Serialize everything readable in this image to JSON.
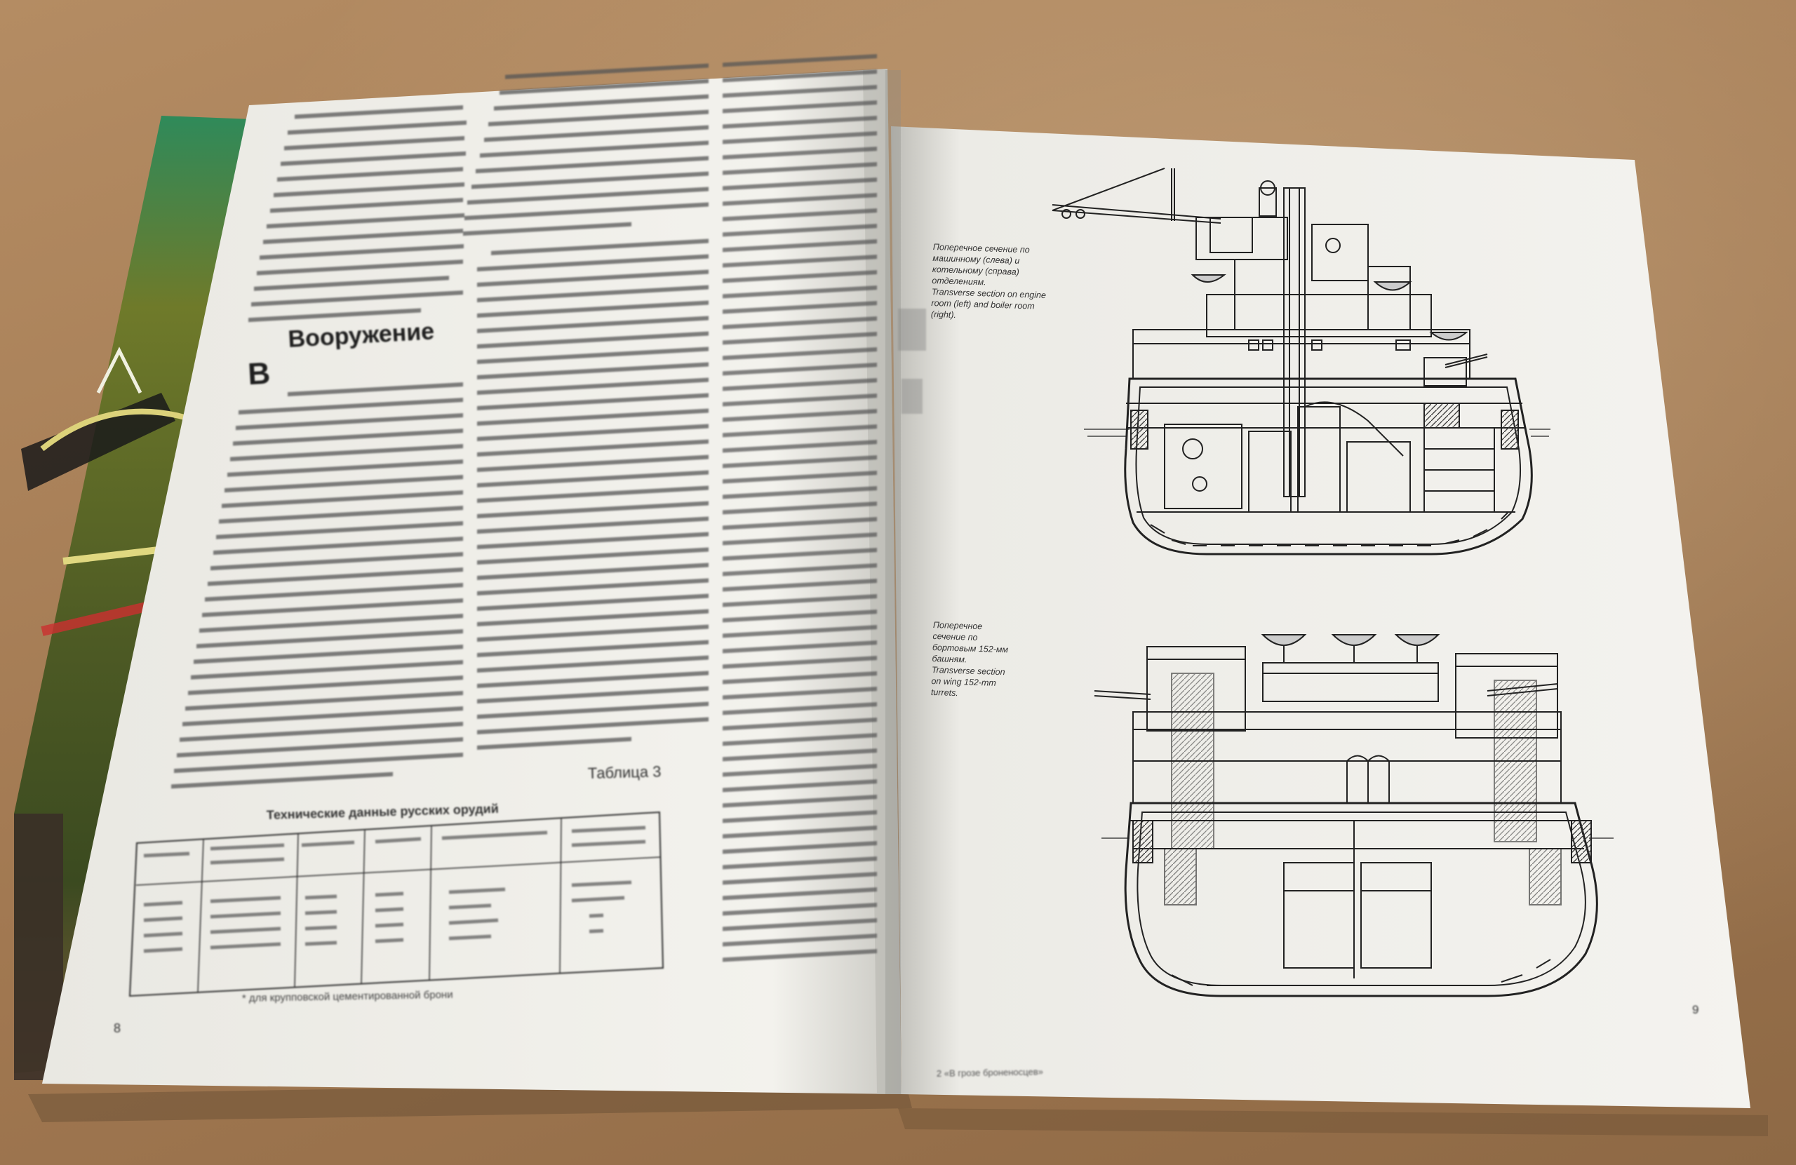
{
  "left_page": {
    "section_heading": "Вооружение",
    "drop_cap": "В",
    "table_label": "Таблица 3",
    "table_title": "Технические данные русских орудий",
    "table_footnote": "* для крупповской цементированной брони",
    "page_number": "8"
  },
  "right_page": {
    "caption_engine_room": [
      "Поперечное сечение по",
      "машинному (слева) и",
      "котельному (справа)",
      "отделениям.",
      "Transverse section on engine",
      "room (left) and boiler room",
      "(right)."
    ],
    "caption_turrets": [
      "Поперечное",
      "сечение по",
      "бортовым 152-мм",
      "башням.",
      "Transverse section",
      "on wing 152-mm",
      "turrets."
    ],
    "page_number": "9",
    "footer_signature": "2 «В грозе броненосцев»"
  },
  "colors": {
    "paper": "#f2f1ec",
    "ink": "#2a2a2a",
    "table_surface": "#a8825c",
    "cover_green": "#5a6b2c"
  }
}
